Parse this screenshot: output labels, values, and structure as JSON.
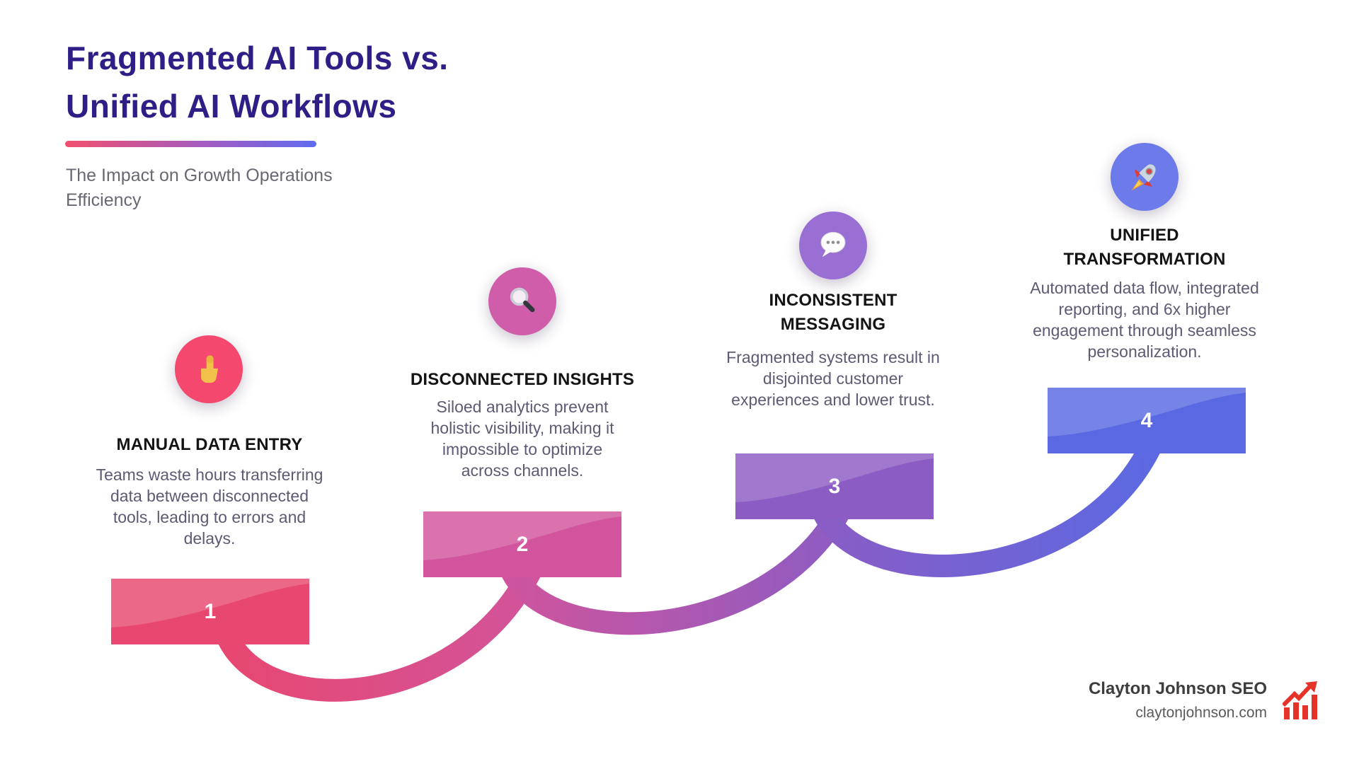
{
  "header": {
    "title_line1": "Fragmented AI Tools vs.",
    "title_line2": "Unified AI Workflows",
    "subtitle": "The Impact on Growth Operations Efficiency"
  },
  "steps": [
    {
      "number": "1",
      "icon": "pointing-hand-icon",
      "title": "MANUAL DATA ENTRY",
      "description": "Teams waste hours transferring data between disconnected tools, leading to errors and delays.",
      "block_color": "#e8476f",
      "circle_color": "#f4486f"
    },
    {
      "number": "2",
      "icon": "magnifying-glass-icon",
      "title": "DISCONNECTED INSIGHTS",
      "description": "Siloed analytics prevent holistic visibility, making it impossible to optimize across channels.",
      "block_color": "#d1549c",
      "circle_color": "#cf5da9"
    },
    {
      "number": "3",
      "icon": "speech-bubble-icon",
      "title": "INCONSISTENT MESSAGING",
      "description": "Fragmented systems result in disjointed customer experiences and lower trust.",
      "block_color": "#8b5cc4",
      "circle_color": "#9a6fd3"
    },
    {
      "number": "4",
      "icon": "rocket-icon",
      "title": "UNIFIED TRANSFORMATION",
      "description": "Automated data flow, integrated reporting, and 6x higher engagement through seamless personalization.",
      "block_color": "#5a69e2",
      "circle_color": "#6c7be9"
    }
  ],
  "footer": {
    "brand": "Clayton Johnson SEO",
    "website": "claytonjohnson.com"
  },
  "colors": {
    "title": "#301e87",
    "underline_gradient_start": "#f1506e",
    "underline_gradient_end": "#5f6cee",
    "subtitle": "#6a6773",
    "step_title": "#141414",
    "step_description": "#5e5a73",
    "logo_red": "#e63329"
  }
}
